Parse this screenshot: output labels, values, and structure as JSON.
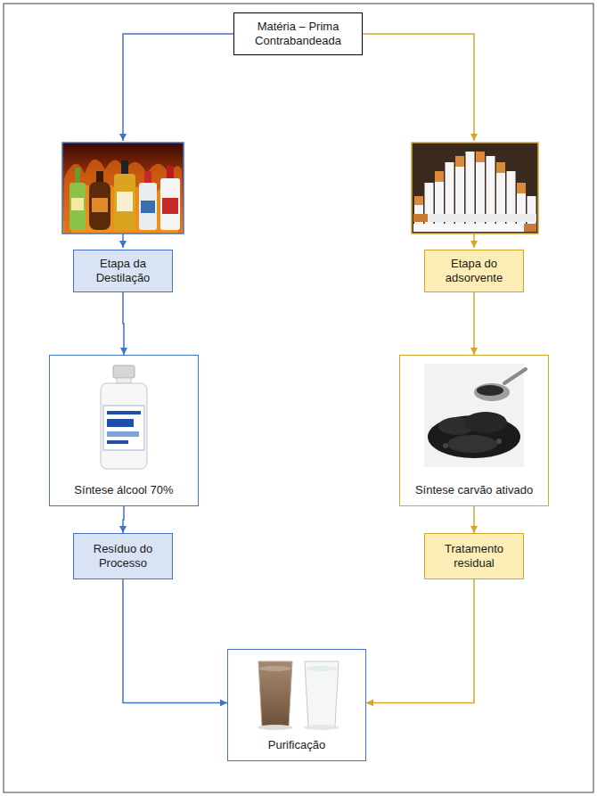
{
  "diagram": {
    "nodes": [
      {
        "text": [
          "Matéria – Prima Contrabandeada"
        ]
      },
      {
        "text": [
          "Etapa da Destilação"
        ]
      },
      {
        "text": [
          "Etapa do adsorvente"
        ]
      },
      {
        "text": [
          "Síntese álcool 70%"
        ]
      },
      {
        "text": [
          "Síntese carvão ativado"
        ]
      },
      {
        "text": [
          "Resíduo do Processo"
        ]
      },
      {
        "text": [
          "Tratamento residual"
        ]
      },
      {
        "text": [
          "Purificação"
        ]
      }
    ],
    "edges": [
      {
        "from": 1,
        "to": 3,
        "arrow": "to"
      },
      {
        "from": 3,
        "to": 5,
        "arrow": "to"
      },
      {
        "from": 5,
        "to": 7,
        "arrow": "to"
      },
      {
        "from": 2,
        "to": 4,
        "arrow": "to"
      },
      {
        "from": 4,
        "to": 6,
        "arrow": "to"
      },
      {
        "from": 6,
        "to": 7,
        "arrow": "to"
      }
    ]
  }
}
